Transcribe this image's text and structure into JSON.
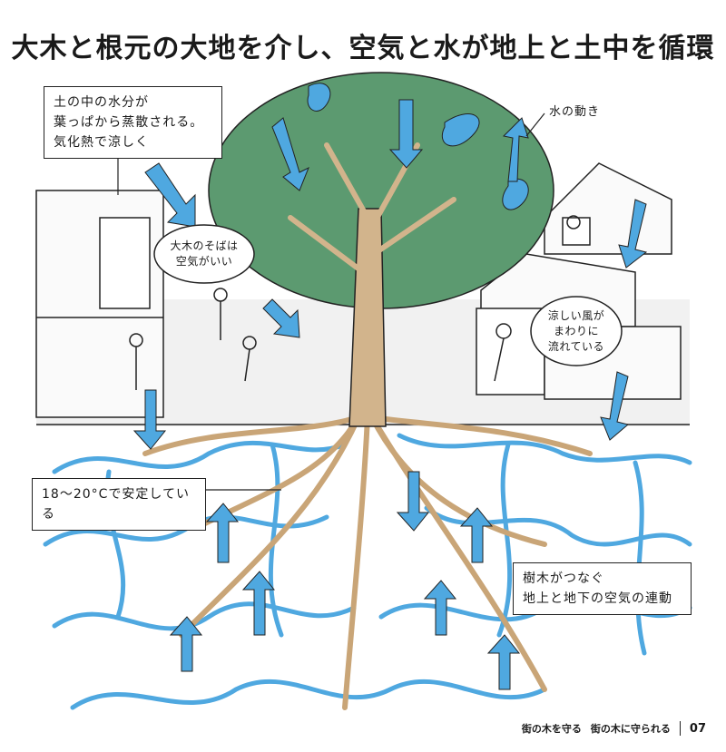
{
  "title": "大木と根元の大地を介し、空気と水が地上と土中を循環",
  "notes": {
    "top_left": "土の中の水分が\n葉っぱから蒸散される。\n気化熱で涼しく",
    "soil_temp": "18〜20°Cで安定している",
    "bottom_right": "樹木がつなぐ\n地上と地下の空気の連動"
  },
  "bubbles": {
    "near_tree": "大木のそばは\n空気がいい",
    "cool_wind": "涼しい風が\nまわりに\n流れている"
  },
  "labels": {
    "water_movement": "水の動き"
  },
  "footer": {
    "left": "街の木を守る",
    "right": "街の木に守られる",
    "page": "07"
  },
  "colors": {
    "canopy": "#5c9a70",
    "water": "#4fa8e0",
    "trunk": "#d2b48c",
    "ground": "#ececec"
  }
}
